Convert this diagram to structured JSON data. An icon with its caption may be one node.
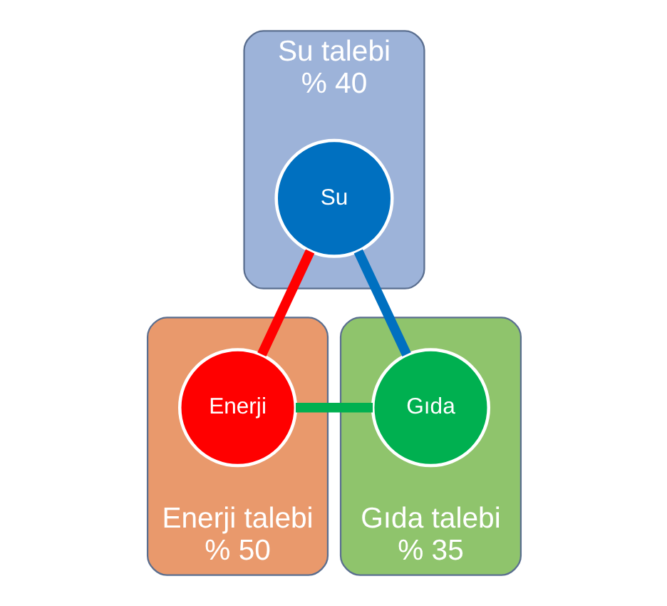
{
  "diagram": {
    "nodes": [
      {
        "text": [
          "Su talebi",
          "% 40"
        ]
      },
      {
        "text": [
          "Su"
        ],
        "in": 0
      },
      {
        "text": [
          "Enerji talebi",
          "% 50"
        ]
      },
      {
        "text": [
          "Enerji"
        ],
        "in": 2
      },
      {
        "text": [
          "Gıda talebi",
          "% 35"
        ]
      },
      {
        "text": [
          "Gıda"
        ],
        "in": 4
      }
    ],
    "edges": [
      {
        "from": 1,
        "to": 3,
        "arrow": "none",
        "color": "#ff0000"
      },
      {
        "from": 1,
        "to": 5,
        "arrow": "none",
        "color": "#0070c0"
      },
      {
        "from": 3,
        "to": 5,
        "arrow": "none",
        "color": "#00b050"
      }
    ]
  }
}
